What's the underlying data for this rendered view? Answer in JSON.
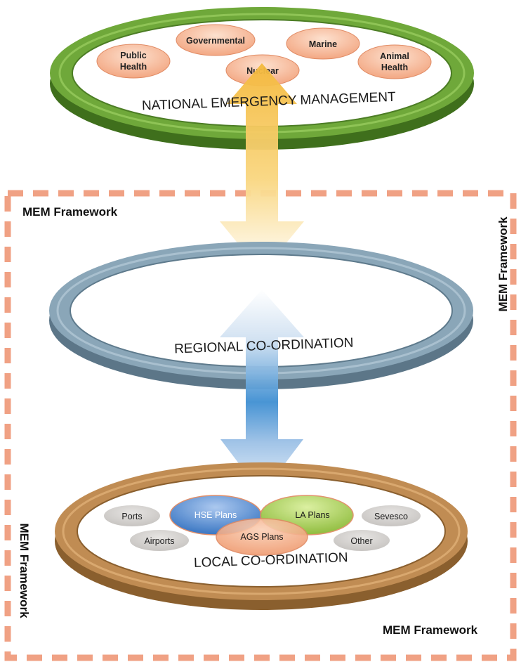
{
  "rings": {
    "national": {
      "title": "NATIONAL EMERGENCY MANAGEMENT",
      "items": [
        "Public Health",
        "Governmental",
        "Nuclear",
        "Marine",
        "Animal Health"
      ],
      "color": "#5a8f2a"
    },
    "regional": {
      "title": "REGIONAL CO-ORDINATION",
      "color": "#7c97a8"
    },
    "local": {
      "title": "LOCAL CO-ORDINATION",
      "plans": [
        "HSE Plans",
        "LA Plans",
        "AGS Plans"
      ],
      "others": [
        "Ports",
        "Airports",
        "Sevesco",
        "Other"
      ],
      "color": "#b88a55"
    }
  },
  "frame": {
    "labels": [
      "MEM Framework",
      "MEM Framework",
      "MEM Framework",
      "MEM Framework"
    ],
    "color": "#f0a184"
  },
  "arrows": {
    "upper_color": "#f6c85f",
    "lower_color": "#4a8fcf"
  }
}
